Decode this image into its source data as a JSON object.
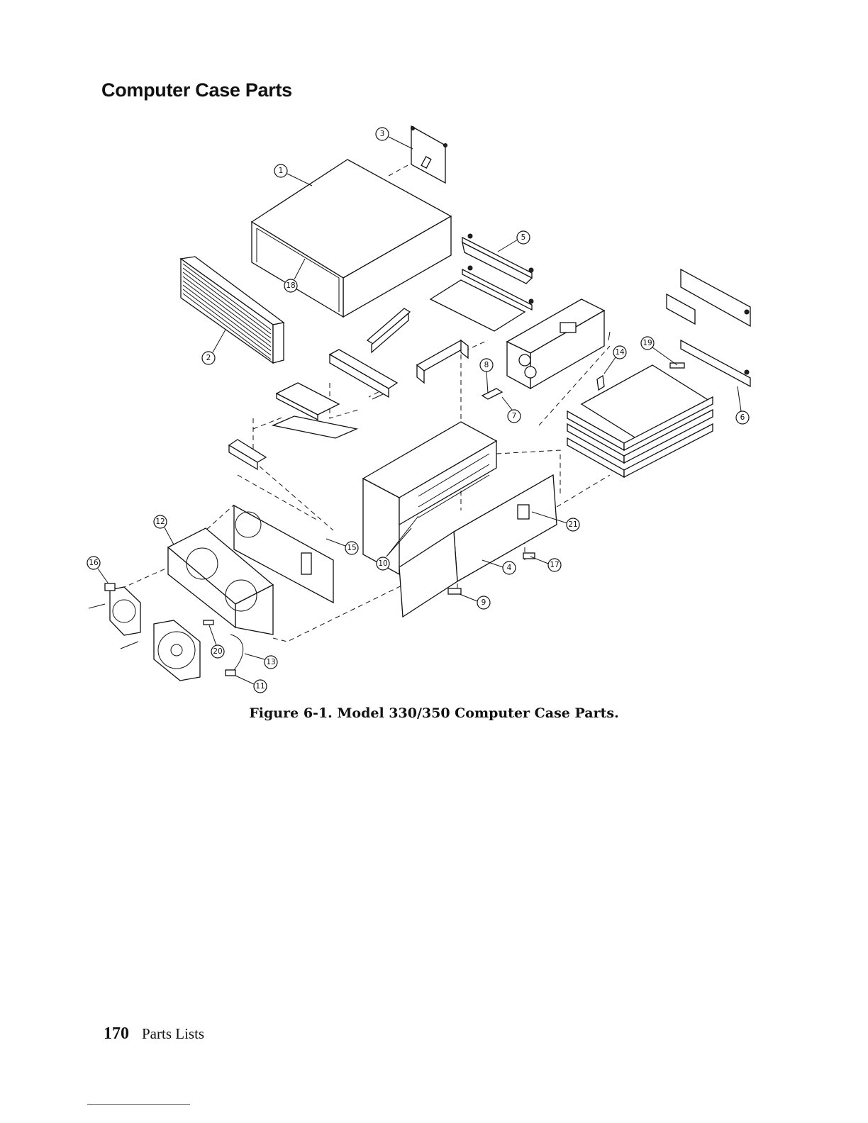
{
  "page": {
    "title": "Computer Case Parts",
    "caption": "Figure 6-1. Model 330/350 Computer Case Parts.",
    "footer": {
      "page_number": "170",
      "section": "Parts Lists"
    }
  },
  "figure": {
    "callouts": [
      "1",
      "2",
      "3",
      "4",
      "5",
      "6",
      "7",
      "8",
      "9",
      "10",
      "11",
      "12",
      "13",
      "14",
      "15",
      "16",
      "17",
      "18",
      "19",
      "20",
      "21"
    ]
  }
}
